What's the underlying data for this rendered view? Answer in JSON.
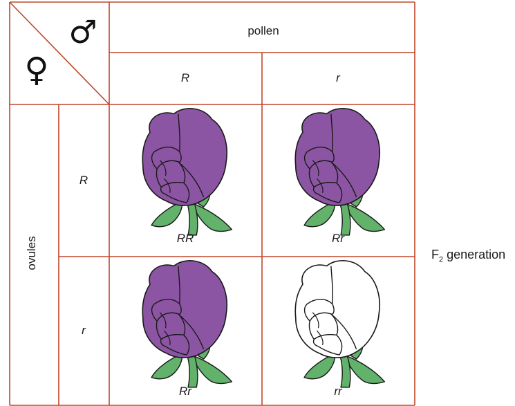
{
  "male_symbol": "♂",
  "female_symbol": "♀",
  "pollen_label": "pollen",
  "ovules_label": "ovules",
  "pollen_alleles": [
    "R",
    "r"
  ],
  "ovule_alleles": [
    "R",
    "r"
  ],
  "cells": [
    {
      "genotype": "RR",
      "flower": "purple"
    },
    {
      "genotype": "Rr",
      "flower": "purple"
    },
    {
      "genotype": "Rr",
      "flower": "purple"
    },
    {
      "genotype": "rr",
      "flower": "white"
    }
  ],
  "generation": {
    "prefix": "F",
    "sub": "2",
    "suffix": " generation"
  },
  "colors": {
    "grid": "#c0462a",
    "purple": "#8c55a3",
    "white": "#ffffff",
    "leaf": "#62b26b",
    "outline": "#1a1a1a"
  }
}
